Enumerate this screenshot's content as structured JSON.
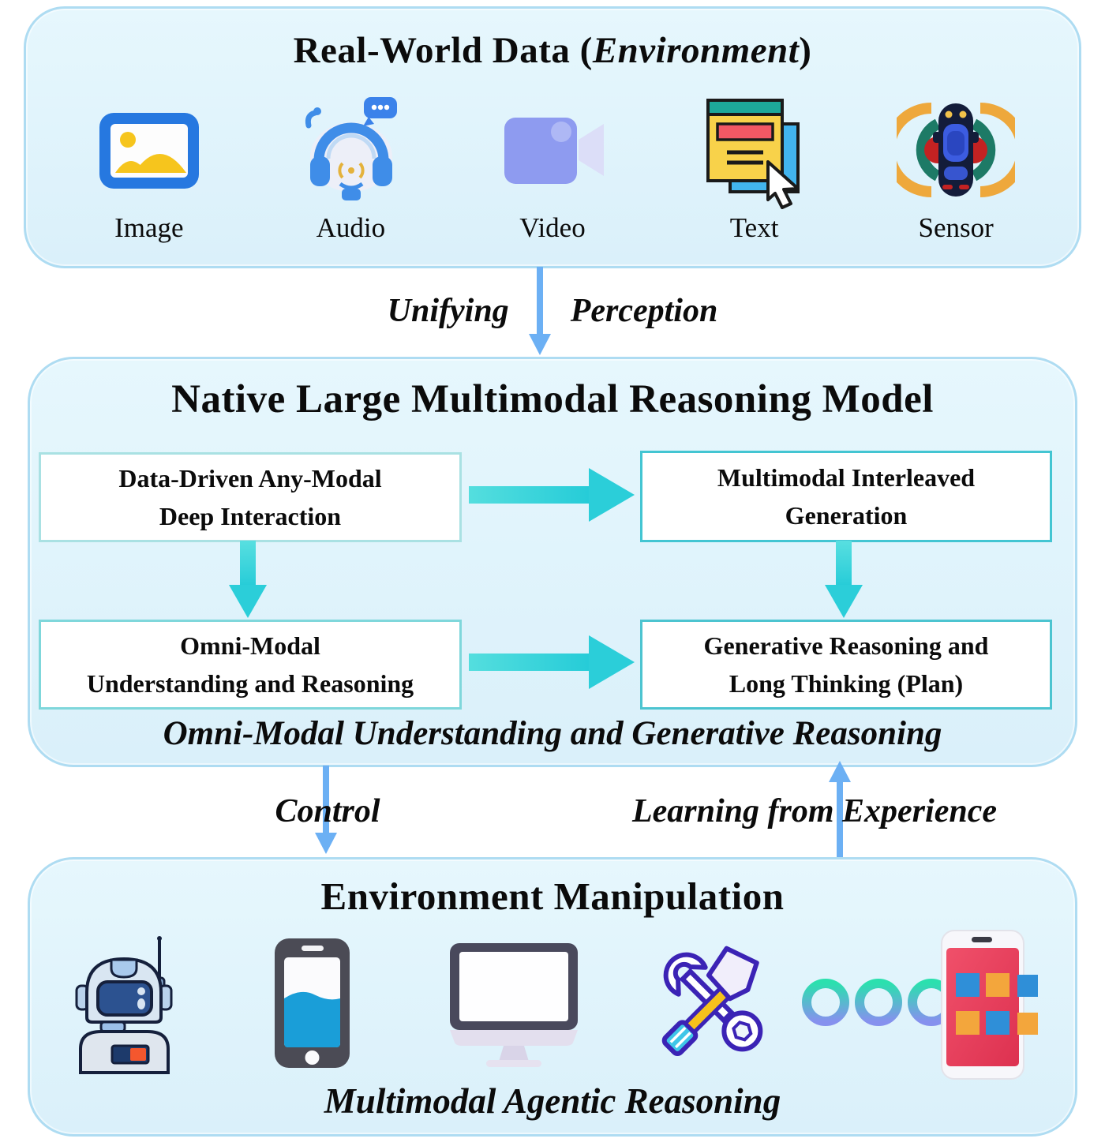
{
  "top_panel": {
    "title_prefix": "Real-World Data (",
    "title_italic": "Environment",
    "title_suffix": ")",
    "items": [
      {
        "icon": "image-icon",
        "label": "Image"
      },
      {
        "icon": "audio-icon",
        "label": "Audio"
      },
      {
        "icon": "video-icon",
        "label": "Video"
      },
      {
        "icon": "text-icon",
        "label": "Text"
      },
      {
        "icon": "sensor-icon",
        "label": "Sensor"
      }
    ]
  },
  "flow_perception": {
    "word_left": "Unifying",
    "word_right": "Perception"
  },
  "model_panel": {
    "title": "Native Large Multimodal Reasoning Model",
    "boxes": [
      {
        "line1": "Data-Driven Any-Modal",
        "line2": "Deep Interaction"
      },
      {
        "line1": "Multimodal Interleaved",
        "line2": "Generation"
      },
      {
        "line1": "Omni-Modal",
        "line2": "Understanding and Reasoning"
      },
      {
        "line1": "Generative Reasoning and",
        "line2": "Long Thinking (Plan)"
      }
    ],
    "caption": "Omni-Modal Understanding and Generative Reasoning"
  },
  "flow_control": {
    "left_label": "Control",
    "right_label": "Learning from Experience"
  },
  "bottom_panel": {
    "title": "Environment Manipulation",
    "caption": "Multimodal Agentic Reasoning",
    "icons": [
      "robot-icon",
      "smartphone-icon",
      "monitor-icon",
      "tools-icon",
      "ellipsis-dots-icon",
      "mobile-apps-icon"
    ]
  },
  "colors": {
    "panel_background": "#e2f5fb",
    "panel_border": "#aedcf2",
    "box_border_teal": "#4cc4d0",
    "cyan_arrow": "#32d2da",
    "blue_arrow": "#6cb0f4",
    "text": "#0b0b0b"
  }
}
